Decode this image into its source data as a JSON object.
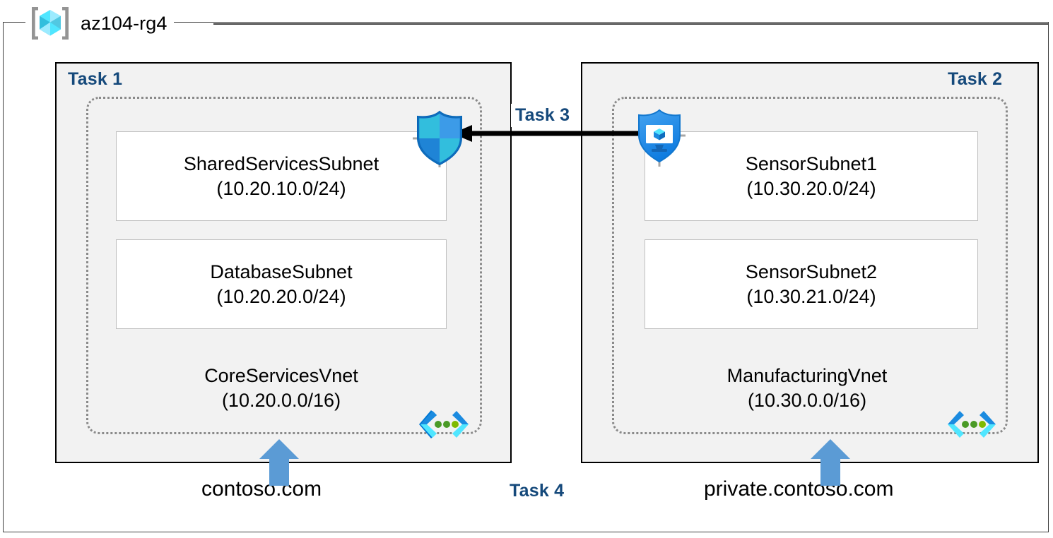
{
  "diagram": {
    "resource_group": {
      "name": "az104-rg4",
      "icon": "azure-resource-group-icon"
    },
    "tasks": [
      {
        "id": "task-1",
        "label": "Task 1"
      },
      {
        "id": "task-2",
        "label": "Task 2"
      },
      {
        "id": "task-3",
        "label": "Task 3"
      },
      {
        "id": "task-4",
        "label": "Task 4"
      }
    ],
    "vnets": [
      {
        "id": "core",
        "name": "CoreServicesVnet",
        "cidr": "(10.20.0.0/16)",
        "subnets": [
          {
            "name": "SharedServicesSubnet",
            "cidr": "(10.20.10.0/24)"
          },
          {
            "name": "DatabaseSubnet",
            "cidr": "(10.20.20.0/24)"
          }
        ],
        "dns_zone": "contoso.com",
        "peering_icon": "vnet-peering-icon"
      },
      {
        "id": "manufacturing",
        "name": "ManufacturingVnet",
        "cidr": "(10.30.0.0/16)",
        "subnets": [
          {
            "name": "SensorSubnet1",
            "cidr": "(10.30.20.0/24)"
          },
          {
            "name": "SensorSubnet2",
            "cidr": "(10.30.21.0/24)"
          }
        ],
        "dns_zone": "private.contoso.com",
        "peering_icon": "vnet-peering-icon"
      }
    ],
    "icons": {
      "firewall": "azure-firewall-shield-icon",
      "protected_vm": "azure-protected-vm-shield-icon",
      "peering": "vnet-peering-chevron-icon",
      "dns_link_arrow": "blue-up-arrow-icon",
      "connection_arrow": "black-left-arrow-icon"
    },
    "colors": {
      "task_label": "#15497B",
      "task_box_fill": "#F2F2F2",
      "task_box_border": "#000000",
      "vnet_border": "#8A8A8A",
      "subnet_border": "#BFBFBF",
      "arrow_blue": "#5B9BD5",
      "arrow_black": "#000000",
      "azure_cyan": "#50E6FF",
      "azure_blue": "#0078D4"
    }
  }
}
